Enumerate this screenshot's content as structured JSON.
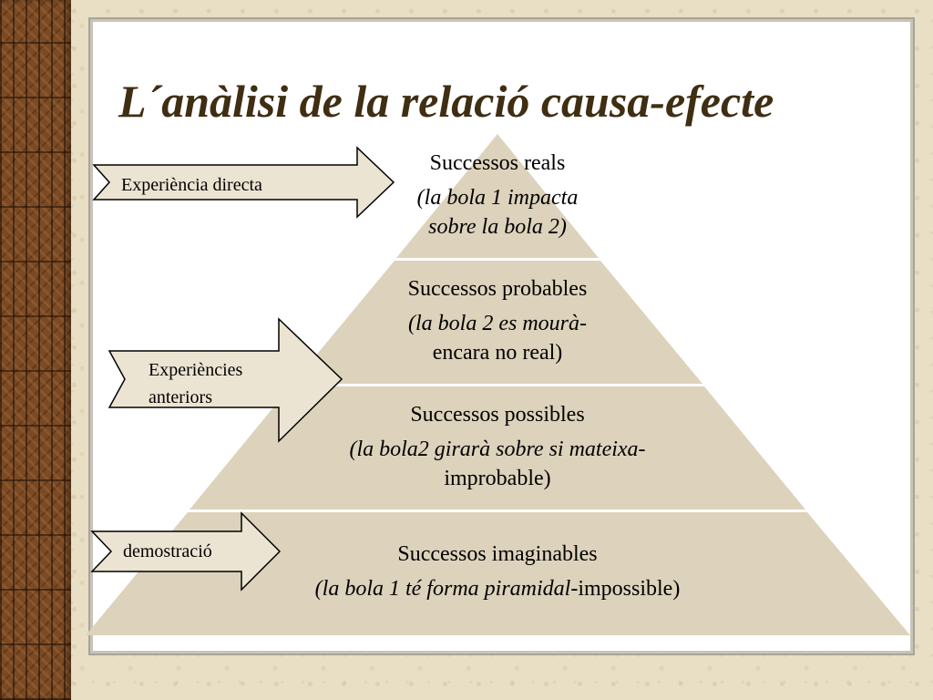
{
  "slide": {
    "title": "L´anàlisi de la relació causa-efecte"
  },
  "colors": {
    "pyramid_fill": "#ddd2bb",
    "separator": "#ffffff",
    "title_text": "#3f2e12",
    "arrow_fill": "#ece4d2",
    "arrow_stroke": "#000000"
  },
  "pyramid": {
    "levels": [
      {
        "heading": "Successos reals",
        "detail_line1": "(la bola 1 impacta",
        "detail_line2": "sobre la bola 2)"
      },
      {
        "heading": "Successos probables",
        "detail_line1": "(la bola 2 es mourà-",
        "detail_line2": "encara no real)"
      },
      {
        "heading": "Successos possibles",
        "detail_line1": "(la bola2 girarà sobre si mateixa-",
        "detail_line2": "improbable)"
      },
      {
        "heading": "Successos imaginables",
        "detail_line1": "(la bola 1 té forma piramidal-impossible)",
        "detail_line2": ""
      }
    ]
  },
  "arrows": [
    {
      "label": "Experiència directa"
    },
    {
      "label_line1": "Experiències",
      "label_line2": "anteriors"
    },
    {
      "label": "demostració"
    }
  ]
}
